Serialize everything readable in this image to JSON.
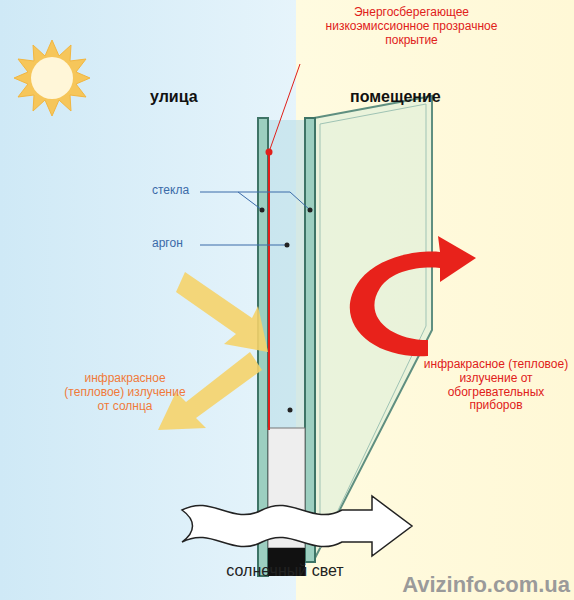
{
  "diagram": {
    "labels": [
      "Энергосберегающее низкоэмиссионное прозрачное покрытие",
      "улица",
      "помещение",
      "стекла",
      "аргон",
      "инфракрасное (тепловое) излучение от солнца",
      "инфракрасное (тепловое) излучение от обогревательных приборов",
      "солнечный свет",
      "Avizinfo.com.ua"
    ]
  }
}
